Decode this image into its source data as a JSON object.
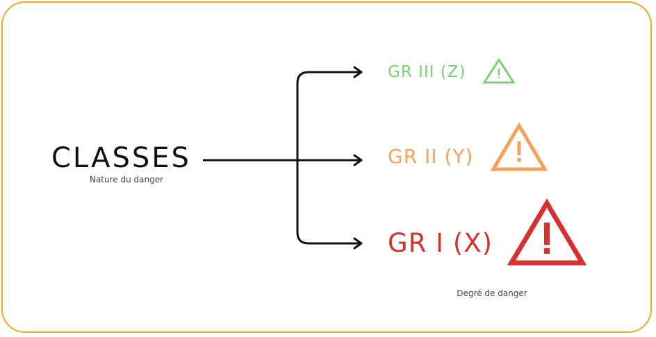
{
  "title": "CLASSES",
  "subtitle": "Nature du danger",
  "groups": [
    {
      "label": "GR III (Z)",
      "color": "#7ccf78"
    },
    {
      "label": "GR II (Y)",
      "color": "#f6a15b"
    },
    {
      "label": "GR I (X)",
      "color": "#da2f2f"
    }
  ],
  "footer": "Degré de danger",
  "colors": {
    "frame": "#f2a623",
    "arrow": "#111111"
  },
  "icons": [
    "warning-triangle-icon"
  ]
}
